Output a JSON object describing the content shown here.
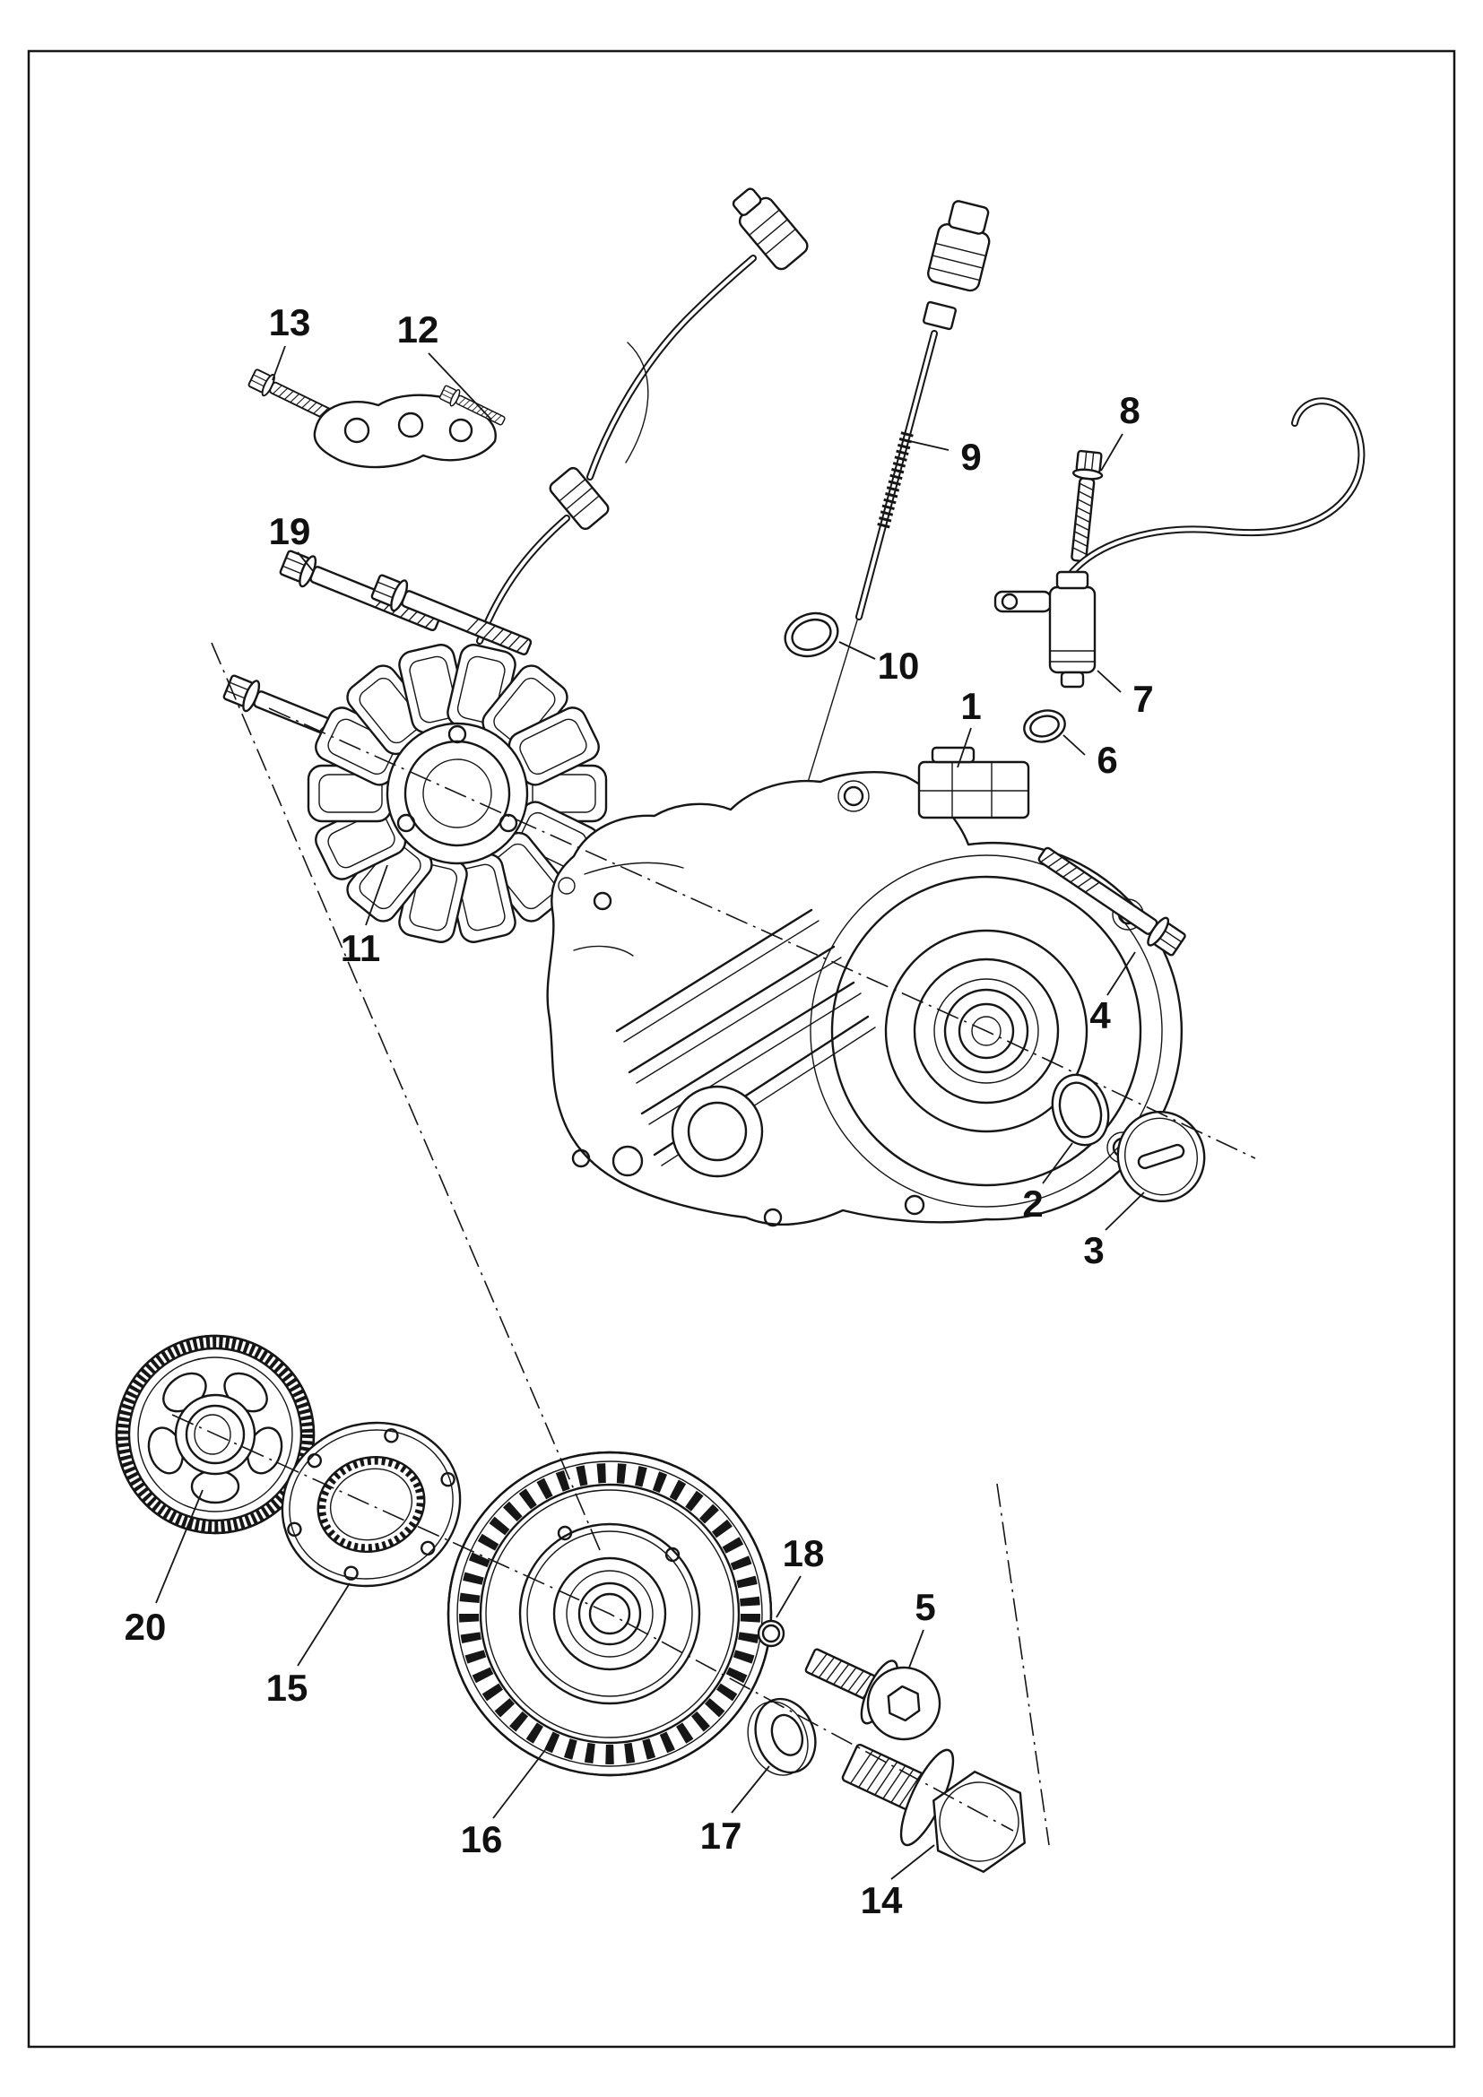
{
  "figure": {
    "type": "exploded-parts-diagram",
    "colors": {
      "ink": "#161616",
      "background": "#ffffff"
    },
    "callouts": [
      {
        "label": "1"
      },
      {
        "label": "2"
      },
      {
        "label": "3"
      },
      {
        "label": "4"
      },
      {
        "label": "5"
      },
      {
        "label": "6"
      },
      {
        "label": "7"
      },
      {
        "label": "8"
      },
      {
        "label": "9"
      },
      {
        "label": "10"
      },
      {
        "label": "11"
      },
      {
        "label": "12"
      },
      {
        "label": "13"
      },
      {
        "label": "14"
      },
      {
        "label": "15"
      },
      {
        "label": "16"
      },
      {
        "label": "17"
      },
      {
        "label": "18"
      },
      {
        "label": "19"
      },
      {
        "label": "20"
      }
    ]
  }
}
